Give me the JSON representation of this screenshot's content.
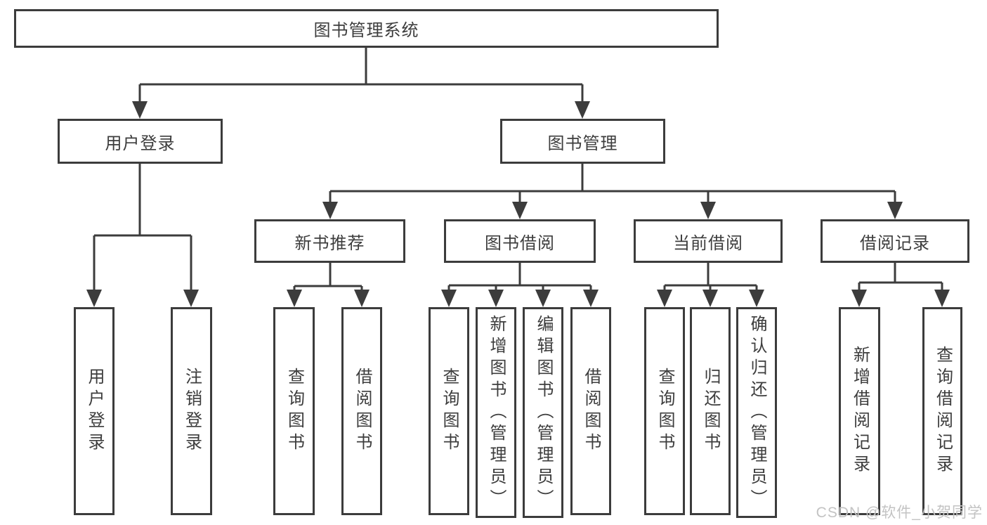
{
  "diagram": {
    "root": {
      "label": "图书管理系统"
    },
    "branches": [
      {
        "label": "用户登录",
        "children": [
          {
            "label": "用户登录"
          },
          {
            "label": "注销登录"
          }
        ]
      },
      {
        "label": "图书管理",
        "children": [
          {
            "label": "新书推荐",
            "children": [
              {
                "label": "查询图书"
              },
              {
                "label": "借阅图书"
              }
            ]
          },
          {
            "label": "图书借阅",
            "children": [
              {
                "label": "查询图书"
              },
              {
                "label": "新增图书（管理员）"
              },
              {
                "label": "编辑图书（管理员）"
              },
              {
                "label": "借阅图书"
              }
            ]
          },
          {
            "label": "当前借阅",
            "children": [
              {
                "label": "查询图书"
              },
              {
                "label": "归还图书"
              },
              {
                "label": "确认归还（管理员）"
              }
            ]
          },
          {
            "label": "借阅记录",
            "children": [
              {
                "label": "新增借阅记录"
              },
              {
                "label": "查询借阅记录"
              }
            ]
          }
        ]
      }
    ]
  },
  "watermark": {
    "text": "CSDN @软件_小贺同学"
  },
  "colors": {
    "line": "#3c3c3c",
    "text": "#3d3d3d",
    "box_background": "#ffffff",
    "watermark_text": "#c3c3c3"
  }
}
